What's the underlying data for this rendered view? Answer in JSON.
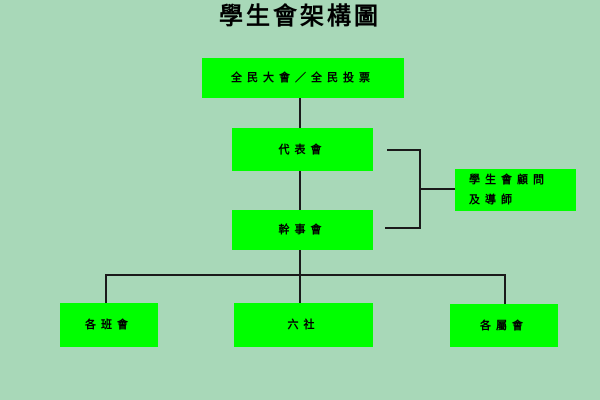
{
  "title": "學生會架構圖",
  "nodes": {
    "assembly": "全民大會／全民投票",
    "representatives": "代表會",
    "executive": "幹事會",
    "advisors": "學生會顧問\n及導師",
    "class_councils": "各班會",
    "six_societies": "六社",
    "affiliates": "各屬會"
  },
  "colors": {
    "background": "#a8d8b8",
    "box": "#00ff00",
    "line": "#1a1a1a"
  }
}
